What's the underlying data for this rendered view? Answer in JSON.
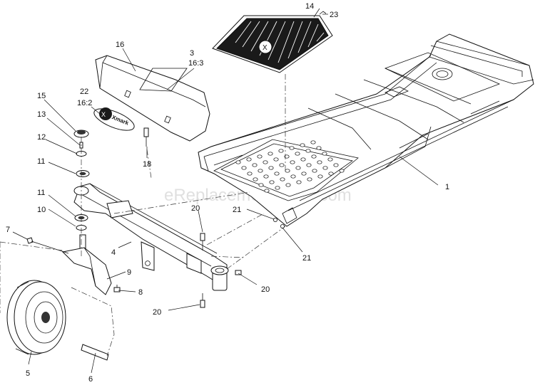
{
  "watermark": "eReplacementParts.com",
  "callouts": [
    {
      "id": "c1",
      "text": "1"
    },
    {
      "id": "c3",
      "text": "3"
    },
    {
      "id": "c3b",
      "text": "16:3"
    },
    {
      "id": "c4",
      "text": "4"
    },
    {
      "id": "c5",
      "text": "5"
    },
    {
      "id": "c6",
      "text": "6"
    },
    {
      "id": "c7",
      "text": "7"
    },
    {
      "id": "c8",
      "text": "8"
    },
    {
      "id": "c9",
      "text": "9"
    },
    {
      "id": "c10",
      "text": "10"
    },
    {
      "id": "c11a",
      "text": "11"
    },
    {
      "id": "c11b",
      "text": "11"
    },
    {
      "id": "c12",
      "text": "12"
    },
    {
      "id": "c13",
      "text": "13"
    },
    {
      "id": "c14",
      "text": "14"
    },
    {
      "id": "c15",
      "text": "15"
    },
    {
      "id": "c16",
      "text": "16"
    },
    {
      "id": "c18",
      "text": "18"
    },
    {
      "id": "c20a",
      "text": "20"
    },
    {
      "id": "c20b",
      "text": "20"
    },
    {
      "id": "c20c",
      "text": "20"
    },
    {
      "id": "c21a",
      "text": "21"
    },
    {
      "id": "c21b",
      "text": "21"
    },
    {
      "id": "c22",
      "text": "22"
    },
    {
      "id": "c22b",
      "text": "16:2"
    },
    {
      "id": "c23",
      "text": "23"
    }
  ]
}
